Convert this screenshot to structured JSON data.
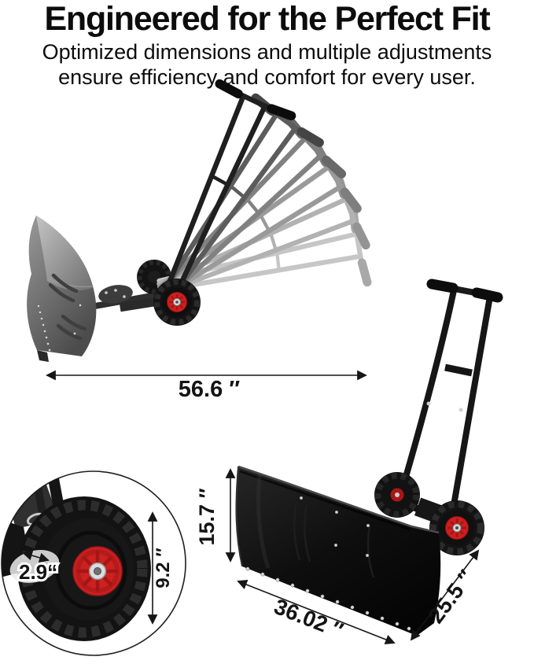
{
  "header": {
    "title": "Engineered for the Perfect Fit",
    "subtitle_line1": "Optimized dimensions and multiple adjustments",
    "subtitle_line2": "ensure efficiency and comfort for every user."
  },
  "product": {
    "description": "adjustable-handle wheeled snow shovel with plow blade",
    "handle_positions_shown": 6,
    "colors": {
      "blade_black": "#0d0d0d",
      "blade_gray": "#8a8a8a",
      "frame_black": "#1b1b1b",
      "wheel_hub_red": "#ce1f1f",
      "axle_silver": "#d8d8d8",
      "background": "#ffffff",
      "text_ink": "#141414"
    }
  },
  "dimensions": {
    "overall_length": "56.6 ″",
    "blade_height": "15.7 ″",
    "blade_width": "36.02 ″",
    "overall_depth": "25.5 ″",
    "wheel_width": "2.9“",
    "wheel_diameter": "9.2 ″"
  }
}
